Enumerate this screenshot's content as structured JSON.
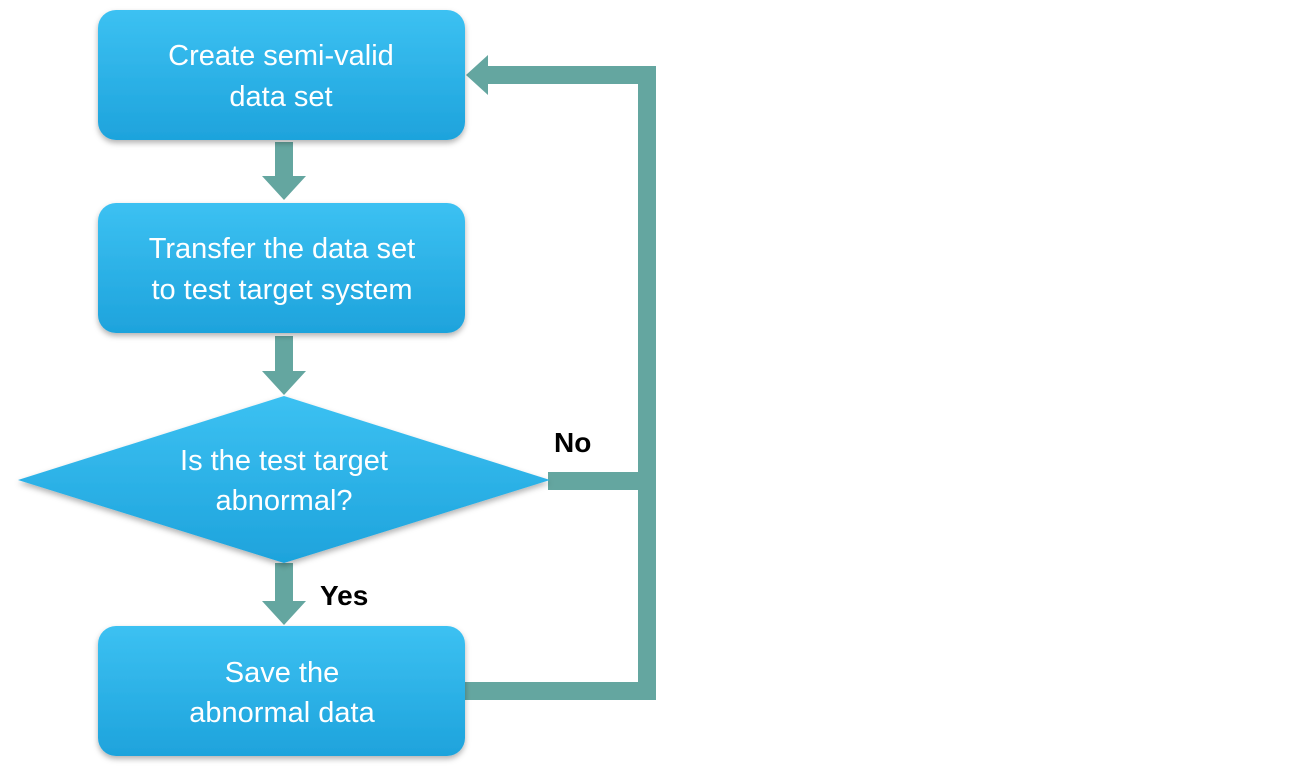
{
  "colors": {
    "node_fill_top": "#3cc1f2",
    "node_fill_bottom": "#1ea3dc",
    "connector": "#64a6a0",
    "node_text": "#ffffff",
    "label_text": "#000000"
  },
  "nodes": {
    "create": {
      "line1": "Create semi-valid",
      "line2": "data set"
    },
    "transfer": {
      "line1": "Transfer the data set",
      "line2": "to test target system"
    },
    "decision": {
      "line1": "Is the test target",
      "line2": "abnormal?"
    },
    "save": {
      "line1": "Save the",
      "line2": "abnormal data"
    }
  },
  "edges": {
    "no_label": "No",
    "yes_label": "Yes"
  }
}
